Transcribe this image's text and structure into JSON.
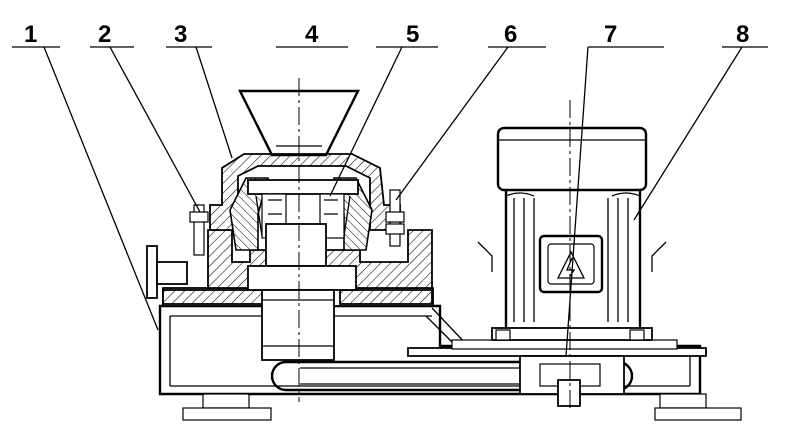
{
  "callouts": [
    {
      "id": "1",
      "label": "1"
    },
    {
      "id": "2",
      "label": "2"
    },
    {
      "id": "3",
      "label": "3"
    },
    {
      "id": "4",
      "label": "4"
    },
    {
      "id": "5",
      "label": "5"
    },
    {
      "id": "6",
      "label": "6"
    },
    {
      "id": "7",
      "label": "7"
    },
    {
      "id": "8",
      "label": "8"
    }
  ],
  "colors": {
    "line": "#000000",
    "background": "#ffffff"
  },
  "icons": [
    "hazard-triangle-icon"
  ]
}
